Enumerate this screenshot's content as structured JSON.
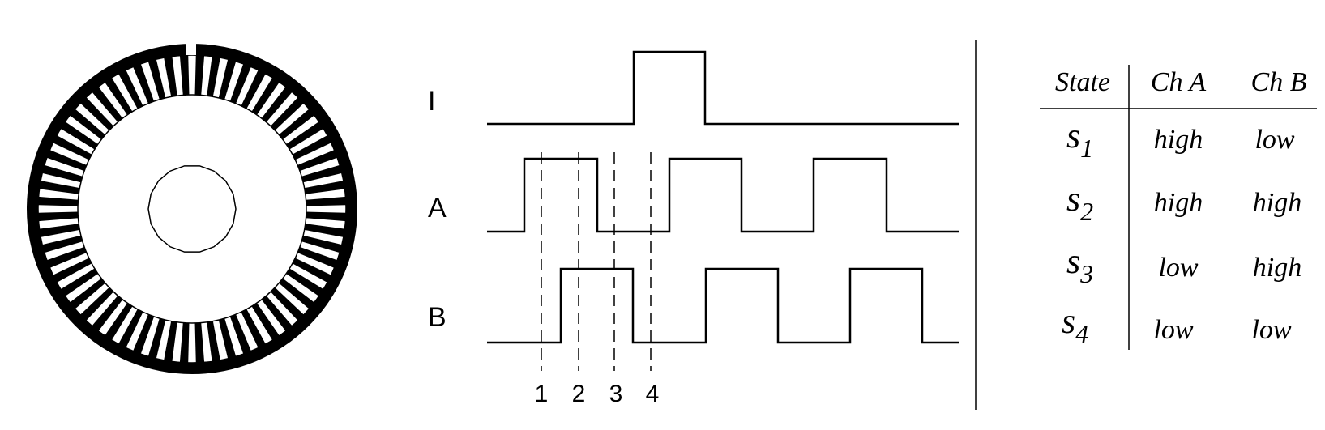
{
  "encoder_disk": {
    "slot_count": 60,
    "index_mark_count": 1
  },
  "waveforms": {
    "signals": [
      {
        "label": "I"
      },
      {
        "label": "A"
      },
      {
        "label": "B"
      }
    ],
    "state_markers": [
      "1",
      "2",
      "3",
      "4"
    ]
  },
  "state_table": {
    "headers": [
      "State",
      "Ch A",
      "Ch B"
    ],
    "rows": [
      {
        "state": "s",
        "sub": "1",
        "ch_a": "high",
        "ch_b": "low"
      },
      {
        "state": "s",
        "sub": "2",
        "ch_a": "high",
        "ch_b": "high"
      },
      {
        "state": "s",
        "sub": "3",
        "ch_a": "low",
        "ch_b": "high"
      },
      {
        "state": "s",
        "sub": "4",
        "ch_a": "low",
        "ch_b": "low"
      }
    ]
  }
}
